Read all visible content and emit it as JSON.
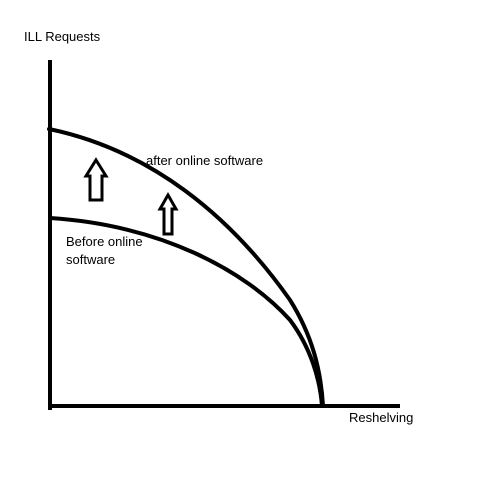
{
  "diagram": {
    "y_axis_label": "ILL Requests",
    "x_axis_label": "Reshelving",
    "curves": [
      {
        "id": "after",
        "label": "after online software"
      },
      {
        "id": "before",
        "label": "Before online software"
      }
    ],
    "arrows": {
      "count": 2,
      "direction": "up"
    },
    "colors": {
      "ink": "#000000",
      "background": "#ffffff"
    }
  }
}
